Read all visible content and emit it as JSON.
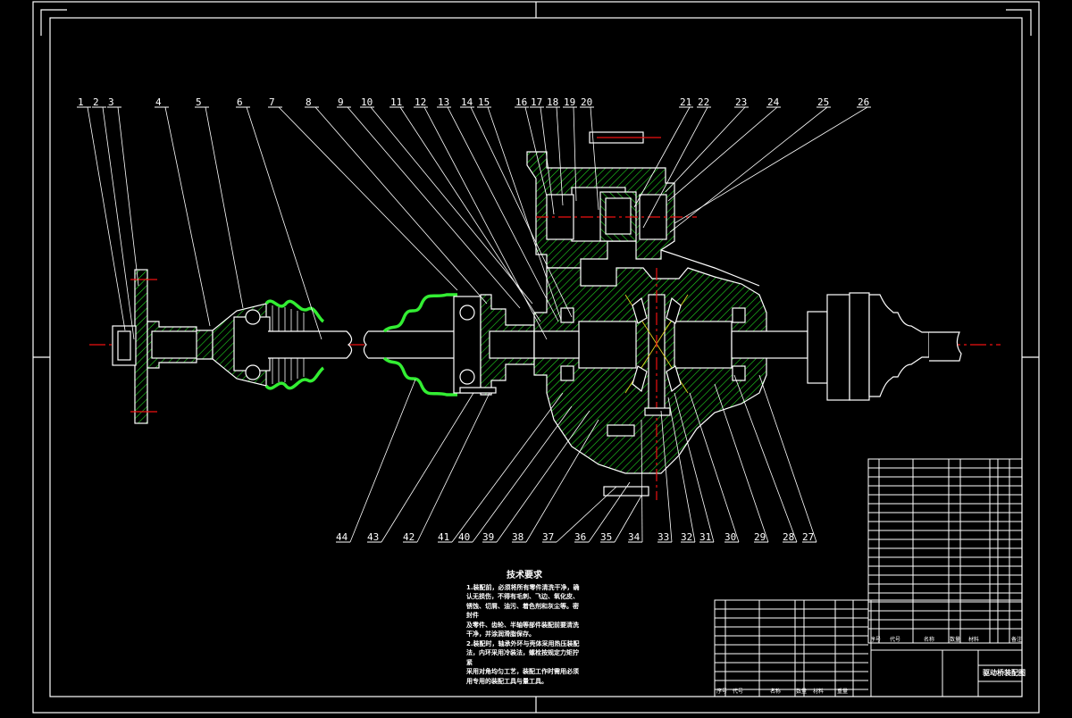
{
  "drawing": {
    "type": "CAD assembly drawing (sectioned drive axle / differential)",
    "colors": {
      "background": "#000000",
      "outline": "#ffffff",
      "hatch": "#22dd22",
      "center_line": "#ee1111",
      "aux_line": "#e0d020",
      "boot": "#33ee33"
    },
    "balloons_top": [
      "1",
      "2",
      "3",
      "4",
      "5",
      "6",
      "7",
      "8",
      "9",
      "10",
      "11",
      "12",
      "13",
      "14",
      "15",
      "16",
      "17",
      "18",
      "19",
      "20",
      "21",
      "22",
      "23",
      "24",
      "25",
      "26"
    ],
    "balloons_bottom": [
      "44",
      "43",
      "42",
      "41",
      "40",
      "39",
      "38",
      "37",
      "36",
      "35",
      "34",
      "33",
      "32",
      "31",
      "30",
      "29",
      "28",
      "27"
    ],
    "tech_requirements": {
      "title": "技术要求",
      "lines": [
        "1.装配前，必须将所有零件清洗干净，确",
        "认无损伤，不得有毛刺、飞边、氧化皮、",
        "锈蚀、切屑、油污、着色剂和灰尘等。密封件",
        "及零件、齿轮、半轴等部件装配前要清洗",
        "干净，并涂润滑脂保存。",
        "2.装配时，轴承外环与壳体采用热压装配",
        "法，内环采用冷装法，螺栓按规定力矩拧紧",
        "采用对角均匀工艺，装配工作时需用必须",
        "用专用的装配工具与量工具。"
      ]
    },
    "title_block": {
      "drawing_title": "驱动桥装配图",
      "header_labels": {
        "seq": "序号",
        "code": "代号",
        "name": "名称",
        "qty": "数量",
        "material": "材料",
        "weight": "重量",
        "remark": "备注"
      }
    }
  }
}
